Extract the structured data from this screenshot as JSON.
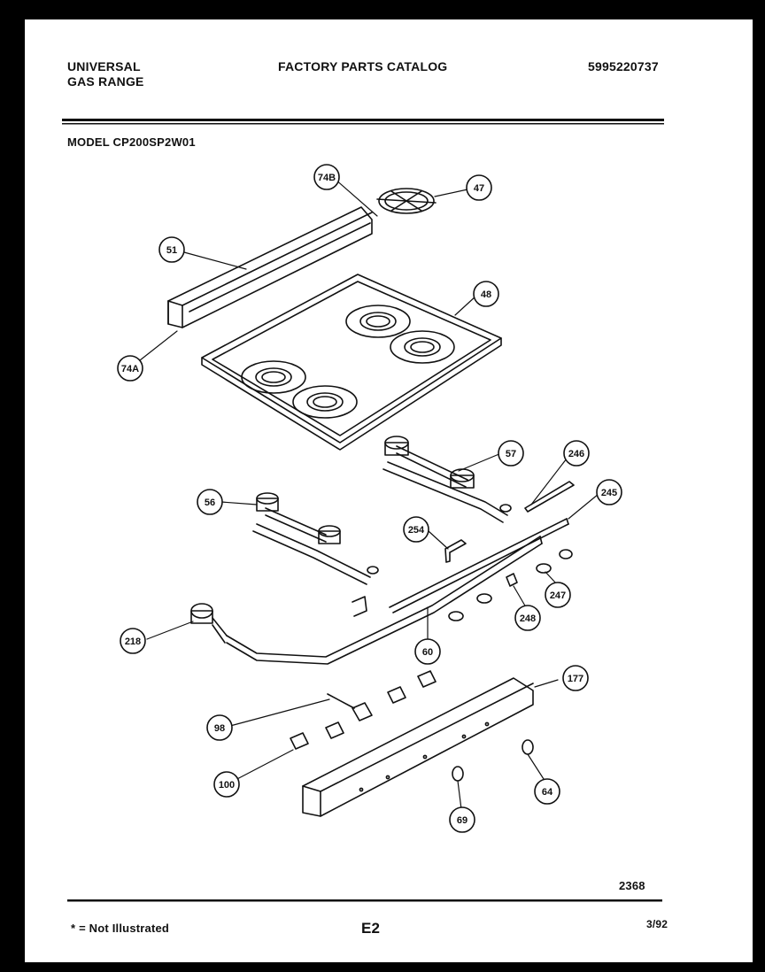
{
  "header": {
    "brand_line1": "UNIVERSAL",
    "brand_line2": "GAS RANGE",
    "catalog_title": "FACTORY PARTS CATALOG",
    "catalog_number": "5995220737",
    "model": "MODEL CP200SP2W01"
  },
  "callouts": {
    "grate_tab": "74B",
    "burner_grate": "47",
    "backguard": "51",
    "cooktop": "48",
    "end_cap": "74A",
    "rear_burner_assembly": "57",
    "front_burner_assembly": "56",
    "tube_clip": "246",
    "manifold_rod": "245",
    "bracket": "254",
    "orifice": "247",
    "spring_clip": "248",
    "regulator": "218",
    "clip": "60",
    "valve_wire": "98",
    "valve": "100",
    "control_panel": "177",
    "knob_left": "69",
    "knob_right": "64"
  },
  "footer": {
    "drawing_number": "2368",
    "legend": "* = Not Illustrated",
    "page": "E2",
    "date": "3/92"
  }
}
